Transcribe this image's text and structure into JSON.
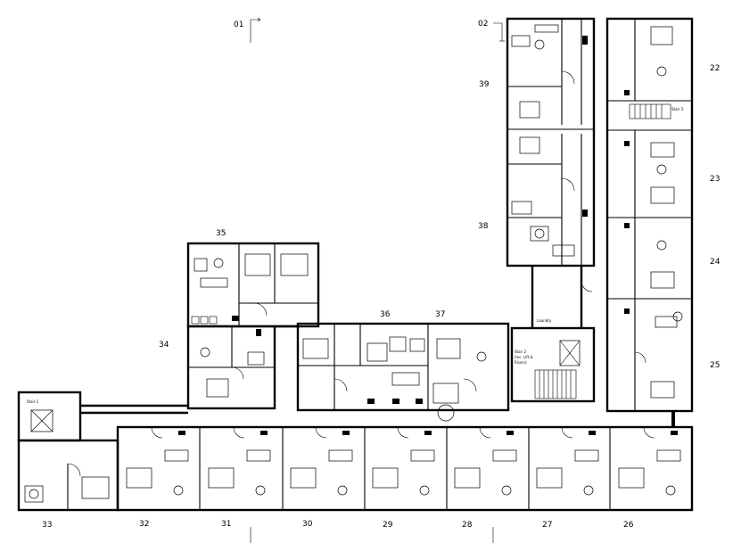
{
  "plan": {
    "section_markers": [
      {
        "id": "s1",
        "label": "01"
      },
      {
        "id": "s2",
        "label": "02"
      }
    ],
    "units": [
      {
        "id": "u22",
        "label": "22"
      },
      {
        "id": "u23",
        "label": "23"
      },
      {
        "id": "u24",
        "label": "24"
      },
      {
        "id": "u25",
        "label": "25"
      },
      {
        "id": "u26",
        "label": "26"
      },
      {
        "id": "u27",
        "label": "27"
      },
      {
        "id": "u28",
        "label": "28"
      },
      {
        "id": "u29",
        "label": "29"
      },
      {
        "id": "u30",
        "label": "30"
      },
      {
        "id": "u31",
        "label": "31"
      },
      {
        "id": "u32",
        "label": "32"
      },
      {
        "id": "u33",
        "label": "33"
      },
      {
        "id": "u34",
        "label": "34"
      },
      {
        "id": "u35",
        "label": "35"
      },
      {
        "id": "u36",
        "label": "36"
      },
      {
        "id": "u37",
        "label": "37"
      },
      {
        "id": "u38",
        "label": "38"
      },
      {
        "id": "u39",
        "label": "39"
      }
    ],
    "rooms": {
      "laundry": "Laundry",
      "stair2_line1": "Stair 2",
      "stair2_line2": "(inc. Lift &",
      "stair2_line3": "Risers)",
      "stair3": "Stair 3",
      "stair1": "Stair 1"
    }
  }
}
